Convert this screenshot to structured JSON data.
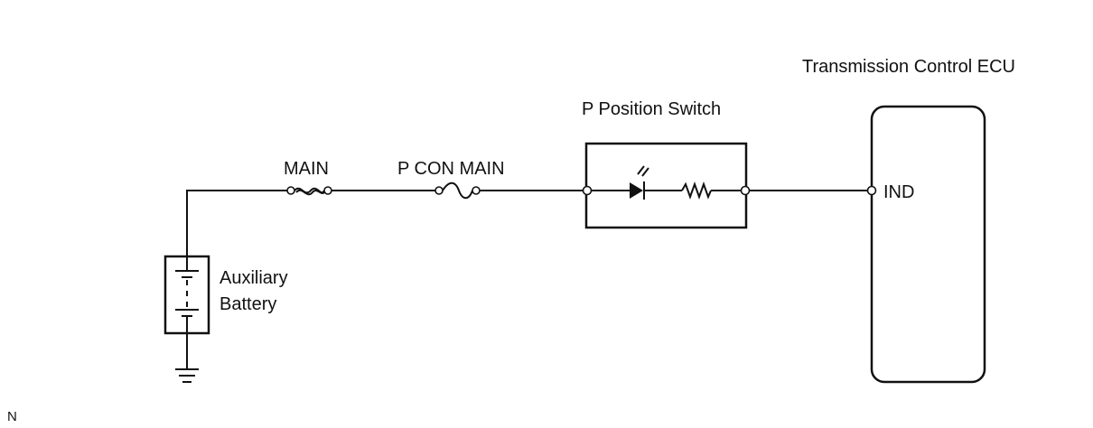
{
  "labels": {
    "ecu_title": "Transmission Control ECU",
    "switch_title": "P Position Switch",
    "fuse_main": "MAIN",
    "fuse_pcon": "P CON MAIN",
    "ecu_pin": "IND",
    "battery_line1": "Auxiliary",
    "battery_line2": "Battery",
    "footer_code": "N"
  },
  "colors": {
    "line": "#111111",
    "background": "#ffffff"
  },
  "icons": [
    "fuse-icon",
    "fusible-link-icon",
    "led-icon",
    "resistor-icon",
    "battery-icon",
    "ground-icon"
  ]
}
